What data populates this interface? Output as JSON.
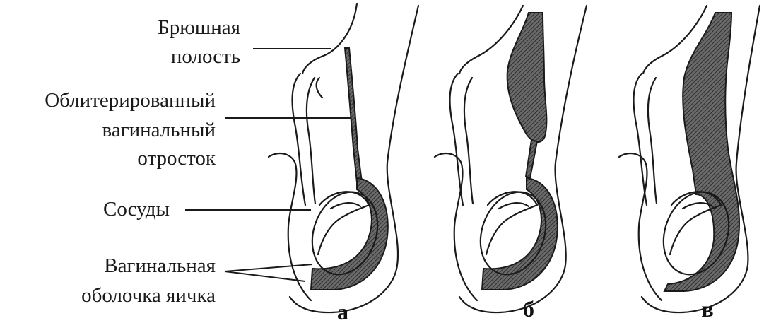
{
  "labels": {
    "abdominal_cavity_line1": "Брюшная",
    "abdominal_cavity_line2": "полость",
    "obliterated_process_line1": "Облитерированный",
    "obliterated_process_line2": "вагинальный",
    "obliterated_process_line3": "отросток",
    "vessels": "Сосуды",
    "tunica_vaginalis_line1": "Вагинальная",
    "tunica_vaginalis_line2": "оболочка яичка"
  },
  "panels": [
    {
      "id": "a",
      "label": "а"
    },
    {
      "id": "b",
      "label": "б"
    },
    {
      "id": "v",
      "label": "в"
    }
  ],
  "colors": {
    "ink": "#1a1a1a",
    "shading": "#555555",
    "background": "#ffffff"
  }
}
